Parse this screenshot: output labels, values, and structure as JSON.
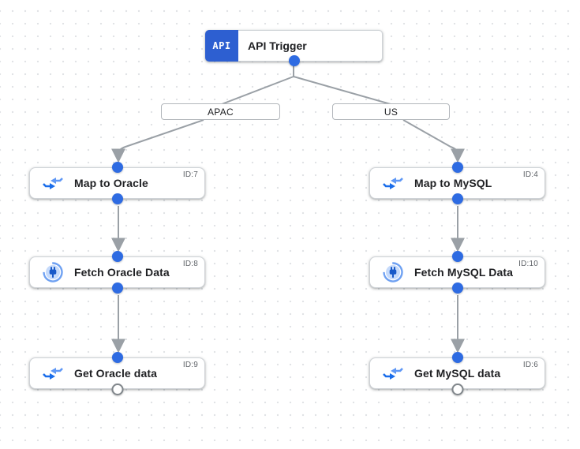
{
  "app": "integration-designer-canvas",
  "trigger": {
    "badge": "API",
    "title": "API Trigger"
  },
  "branches": [
    {
      "label": "APAC"
    },
    {
      "label": "US"
    }
  ],
  "nodes": [
    {
      "title": "Map to Oracle",
      "id_label": "ID:7",
      "icon": "data-mapping-icon"
    },
    {
      "title": "Fetch Oracle Data",
      "id_label": "ID:8",
      "icon": "connector-icon"
    },
    {
      "title": "Get Oracle data",
      "id_label": "ID:9",
      "icon": "data-mapping-icon"
    },
    {
      "title": "Map to MySQL",
      "id_label": "ID:4",
      "icon": "data-mapping-icon"
    },
    {
      "title": "Fetch MySQL Data",
      "id_label": "ID:10",
      "icon": "connector-icon"
    },
    {
      "title": "Get MySQL data",
      "id_label": "ID:6",
      "icon": "data-mapping-icon"
    }
  ],
  "edges": [
    {
      "from": "API Trigger",
      "to": "APAC"
    },
    {
      "from": "API Trigger",
      "to": "US"
    },
    {
      "from": "APAC",
      "to": "Map to Oracle"
    },
    {
      "from": "US",
      "to": "Map to MySQL"
    },
    {
      "from": "Map to Oracle",
      "to": "Fetch Oracle Data"
    },
    {
      "from": "Fetch Oracle Data",
      "to": "Get Oracle data"
    },
    {
      "from": "Map to MySQL",
      "to": "Fetch MySQL Data"
    },
    {
      "from": "Fetch MySQL Data",
      "to": "Get MySQL data"
    }
  ],
  "colors": {
    "trigger_badge_blue": "#2d5fd1",
    "port_blue": "#2e6be2",
    "edge_gray": "#9aa0a6",
    "icon_blue_dark": "#1a6dea",
    "icon_blue_light": "#5e97f5"
  }
}
